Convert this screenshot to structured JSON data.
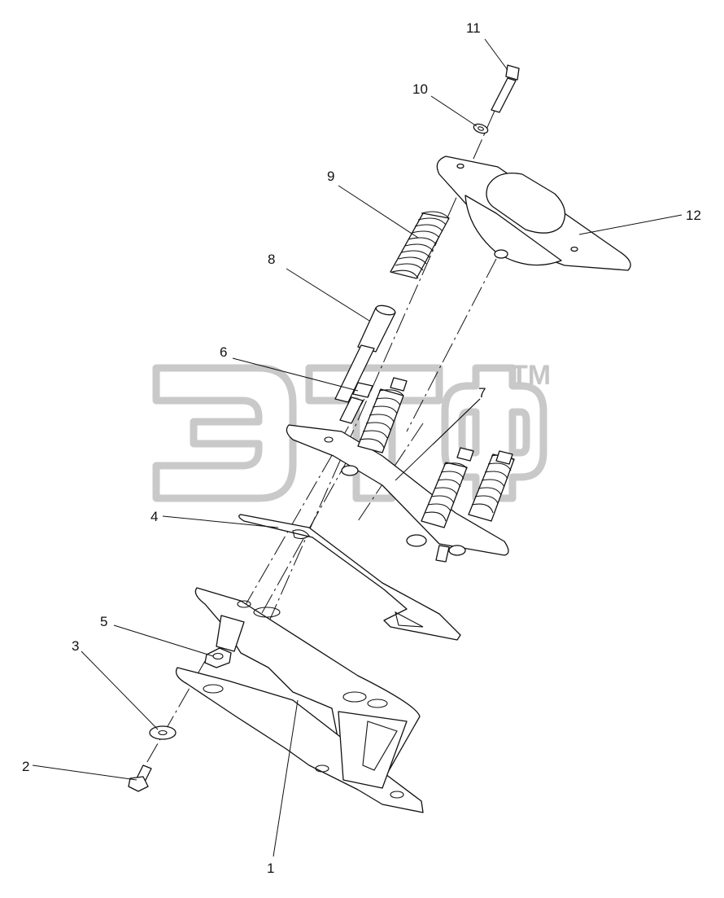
{
  "diagram": {
    "callouts": [
      {
        "id": "1",
        "label": "1"
      },
      {
        "id": "2",
        "label": "2"
      },
      {
        "id": "3",
        "label": "3"
      },
      {
        "id": "4",
        "label": "4"
      },
      {
        "id": "5",
        "label": "5"
      },
      {
        "id": "6",
        "label": "6"
      },
      {
        "id": "7",
        "label": "7"
      },
      {
        "id": "8",
        "label": "8"
      },
      {
        "id": "9",
        "label": "9"
      },
      {
        "id": "10",
        "label": "10"
      },
      {
        "id": "11",
        "label": "11"
      },
      {
        "id": "12",
        "label": "12"
      }
    ],
    "watermark": {
      "logo": "ЭТФ",
      "trademark": "TM",
      "color": "#c6c6c6"
    },
    "line_color": "#111111",
    "background": "#ffffff"
  }
}
